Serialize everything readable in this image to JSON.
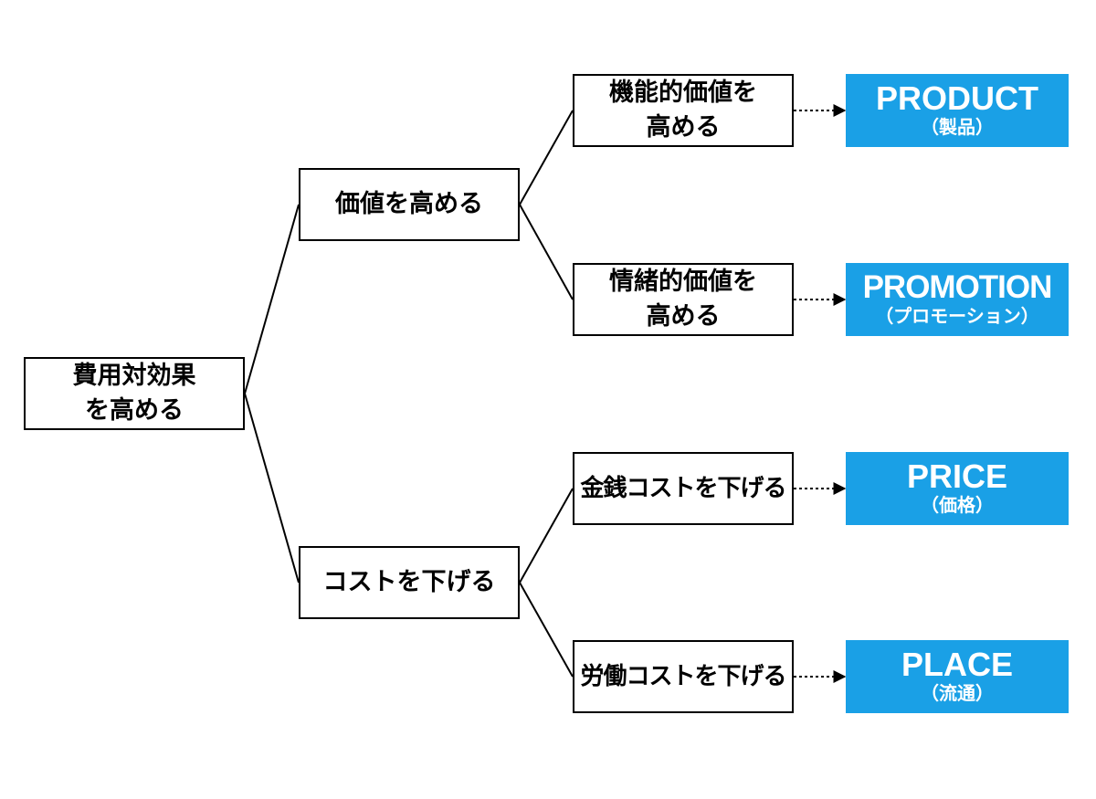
{
  "root": {
    "line1": "費用対効果",
    "line2": "を高める"
  },
  "level1": [
    {
      "label": "価値を高める"
    },
    {
      "label": "コストを下げる"
    }
  ],
  "level2": [
    {
      "line1": "機能的価値を",
      "line2": "高める"
    },
    {
      "line1": "情緒的価値を",
      "line2": "高める"
    },
    {
      "line1": "金銭コストを下げる",
      "line2": ""
    },
    {
      "line1": "労働コストを下げる",
      "line2": ""
    }
  ],
  "mix": [
    {
      "en": "PRODUCT",
      "ja": "（製品）"
    },
    {
      "en": "PROMOTION",
      "ja": "（プロモーション）"
    },
    {
      "en": "PRICE",
      "ja": "（価格）"
    },
    {
      "en": "PLACE",
      "ja": "（流通）"
    }
  ],
  "colors": {
    "accent": "#1aa0e6",
    "line": "#000000",
    "box_border": "#000000",
    "text": "#000000"
  }
}
